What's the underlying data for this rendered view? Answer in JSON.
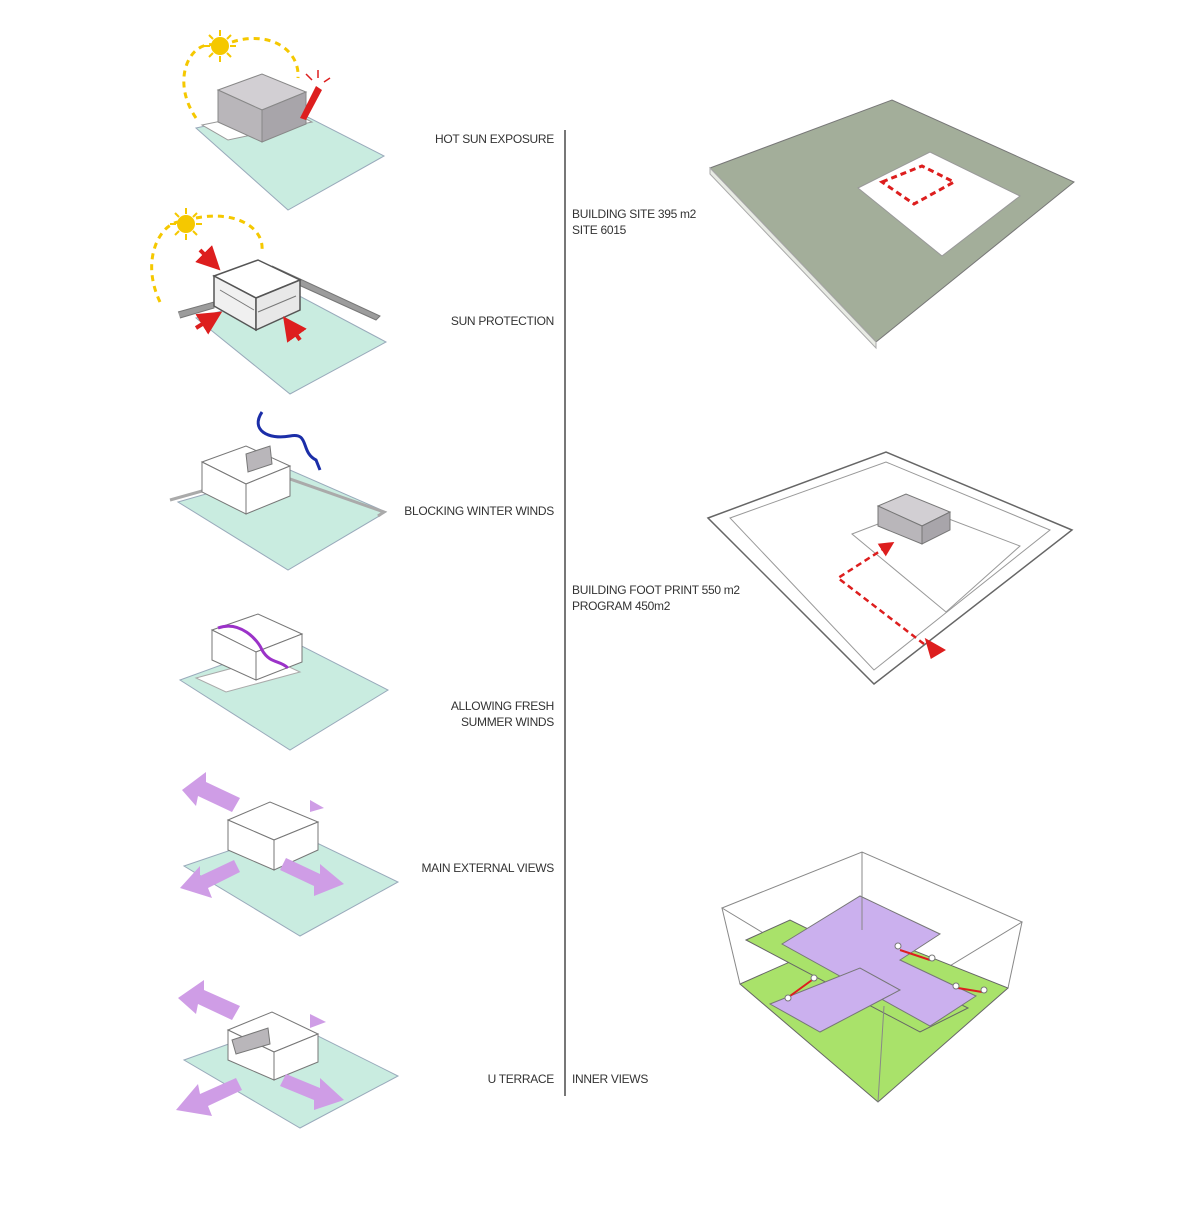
{
  "left_labels": [
    {
      "lines": [
        "HOT SUN EXPOSURE"
      ]
    },
    {
      "lines": [
        "SUN PROTECTION"
      ]
    },
    {
      "lines": [
        "BLOCKING WINTER WINDS"
      ]
    },
    {
      "lines": [
        "ALLOWING FRESH",
        "SUMMER WINDS"
      ]
    },
    {
      "lines": [
        "MAIN EXTERNAL VIEWS"
      ]
    },
    {
      "lines": [
        "U TERRACE"
      ]
    }
  ],
  "right_labels": [
    {
      "lines": [
        "BUILDING SITE 395 m2",
        "SITE 6015"
      ]
    },
    {
      "lines": [
        "BUILDING FOOT PRINT 550 m2",
        "PROGRAM 450m2"
      ]
    },
    {
      "lines": [
        "INNER VIEWS"
      ]
    }
  ],
  "colors": {
    "ground_mint": "#c9ece0",
    "site_green": "#a3ae9a",
    "massing_grey": "#b9b6ba",
    "sun_yellow": "#f5c800",
    "arrow_red": "#dd1e1e",
    "wind_blue": "#1b2ea8",
    "view_purple": "#cf9de6",
    "terrace_green": "#a9e26a",
    "floor_lilac": "#cbb0ee"
  },
  "icons": [
    "sun-icon",
    "heat-arrow-icon",
    "winter-wind-icon",
    "summer-wind-icon",
    "view-arrow-icon",
    "entry-arrow-icon"
  ]
}
